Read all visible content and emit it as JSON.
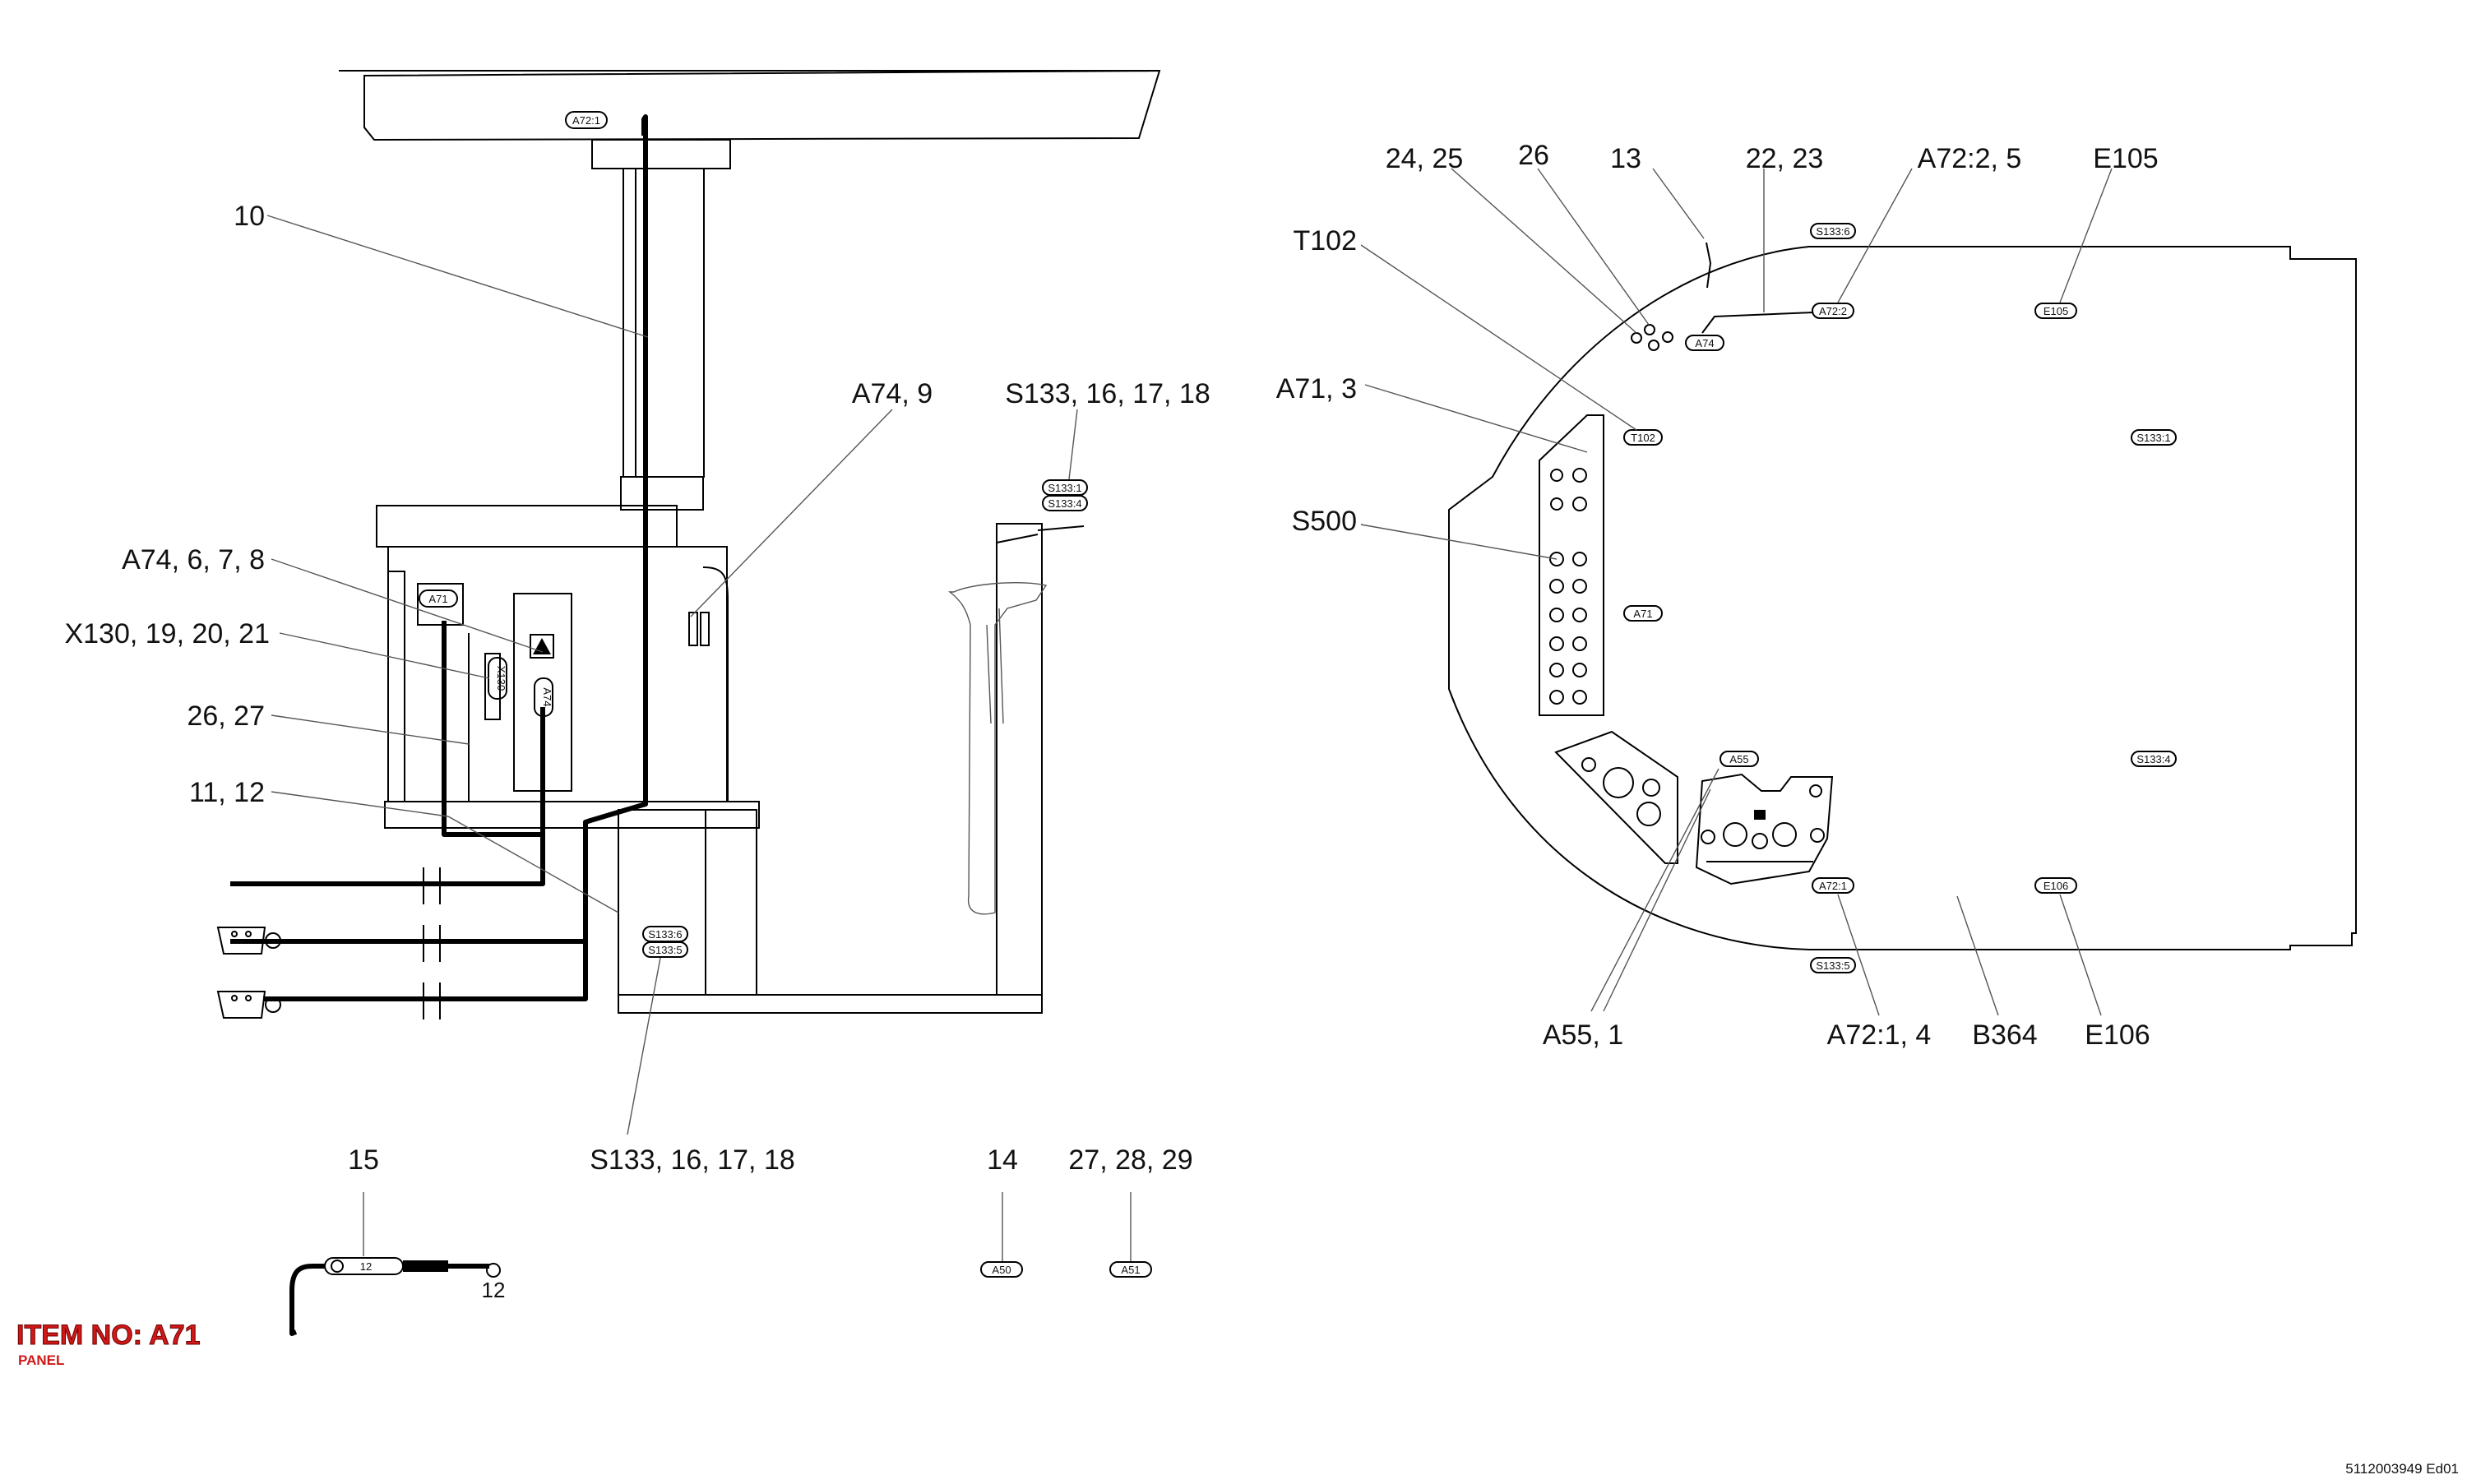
{
  "item": {
    "title": "ITEM NO: A71",
    "subtitle": "PANEL"
  },
  "document_number": "5112003949 Ed01",
  "callouts": {
    "c10": "10",
    "a74_6_7_8": "A74, 6, 7, 8",
    "x130": "X130, 19, 20, 21",
    "c26_27": "26, 27",
    "c11_12": "11, 12",
    "a74_9": "A74, 9",
    "s133_top": "S133, 16, 17, 18",
    "s133_bottom": "S133, 16, 17, 18",
    "c15": "15",
    "c14": "14",
    "c27_28_29": "27, 28, 29",
    "c24_25": "24, 25",
    "c26": "26",
    "c13": "13",
    "c22_23": "22,  23",
    "a72_2_5": "A72:2, 5",
    "e105": "E105",
    "t102": "T102",
    "a71_3": "A71, 3",
    "s500": "S500",
    "a55_1": "A55, 1",
    "a72_1_4": "A72:1, 4",
    "b364": "B364",
    "e106": "E106"
  },
  "tags": {
    "a72_1_left": "A72:1",
    "a71_left": "A71",
    "x130": "X130",
    "a74_left": "A74",
    "s133_1_left": "S133:1",
    "s133_4_left": "S133:4",
    "s133_6_left": "S133:6",
    "s133_5_left": "S133:5",
    "a50": "A50",
    "a51": "A51",
    "s133_6_right": "S133:6",
    "a72_2": "A72:2",
    "a74_right": "A74",
    "e105": "E105",
    "t102": "T102",
    "s133_1_right": "S133:1",
    "a71_right": "A71",
    "a55": "A55",
    "s133_4_right": "S133:4",
    "a72_1_right": "A72:1",
    "e106": "E106",
    "s133_5_right": "S133:5",
    "plug_12": "12"
  },
  "labels": {
    "plug_number": "12"
  },
  "icons": [
    "warning-triangle-icon",
    "switch-knob-icon",
    "plug-connector-icon",
    "joystick-icon"
  ]
}
